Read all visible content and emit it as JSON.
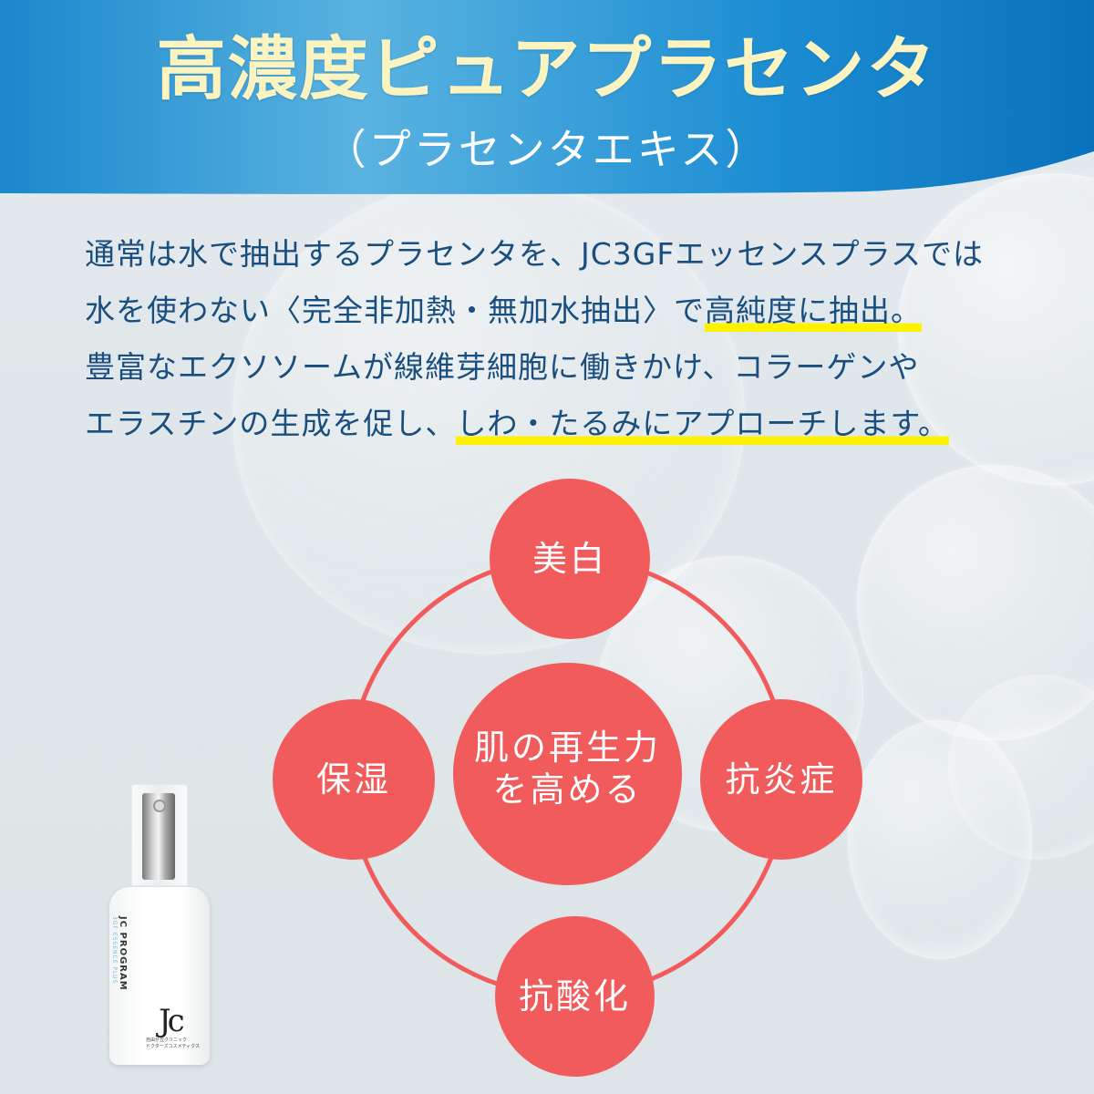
{
  "header": {
    "title": "高濃度ピュアプラセンタ",
    "subtitle": "（プラセンタエキス）",
    "colors": {
      "gradient_left": "#1a88cc",
      "gradient_mid": "#5ab3e0",
      "gradient_right": "#0a72bd",
      "title_text": "#fbf4c0",
      "subtitle_text": "#ffffff"
    }
  },
  "description": {
    "lines": [
      {
        "plain": "通常は水で抽出するプラセンタを、JC3GFエッセンスプラスでは",
        "highlight": ""
      },
      {
        "plain": "水を使わない〈完全非加熱・無加水抽出〉で",
        "highlight": "高純度に抽出。"
      },
      {
        "plain": "豊富なエクソソームが線維芽細胞に働きかけ、コラーゲンや",
        "highlight": ""
      },
      {
        "plain": "エラスチンの生成を促し、",
        "highlight": "しわ・たるみにアプローチします。"
      }
    ],
    "colors": {
      "text": "#194e7e",
      "highlight": "#fff200"
    }
  },
  "diagram": {
    "center": {
      "line1": "肌の再生力",
      "line2": "を高める"
    },
    "nodes": {
      "top": "美白",
      "left": "保湿",
      "right": "抗炎症",
      "bottom": "抗酸化"
    },
    "colors": {
      "node": "#f25b5c",
      "ring": "#f25b5c",
      "node_text": "#ffffff"
    }
  },
  "product": {
    "brand": "JC PROGRAM",
    "product_name": "3GF ESSENCE PLUS",
    "logo": "Jc",
    "clinic_line1": "自由が丘クリニック",
    "clinic_line2": "ドクターズコスメティクス"
  }
}
